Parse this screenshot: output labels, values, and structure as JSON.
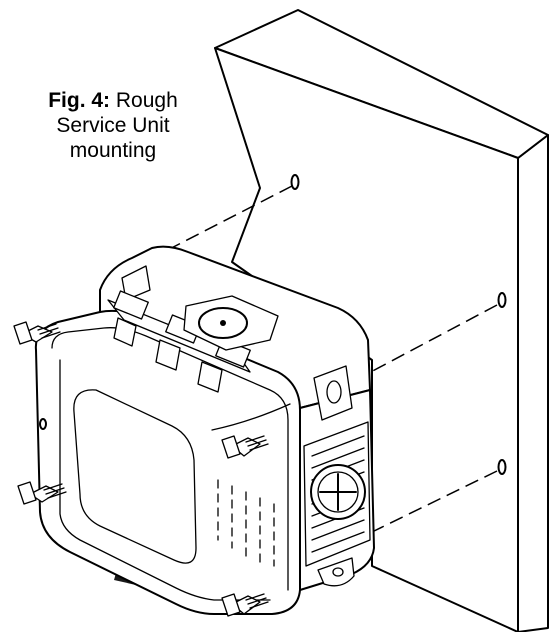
{
  "caption": {
    "label": "Fig. 4:",
    "text_line1": "Rough",
    "text_line2": "Service Unit",
    "text_line3": "mounting"
  },
  "colors": {
    "line": "#000000",
    "background": "#ffffff",
    "strap": "#1a1a1a"
  }
}
